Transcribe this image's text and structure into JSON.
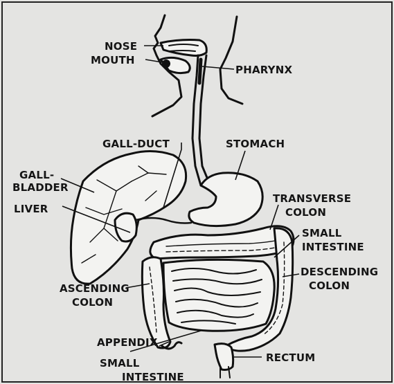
{
  "labels": {
    "nose": "NOSE",
    "mouth": "MOUTH",
    "pharynx": "PHARYNX",
    "gall_duct": "GALL-DUCT",
    "stomach": "STOMACH",
    "gall_bladder_1": "GALL-",
    "gall_bladder_2": "BLADDER",
    "liver": "LIVER",
    "transverse_colon_1": "TRANSVERSE",
    "transverse_colon_2": "COLON",
    "small_intestine_right_1": "SMALL",
    "small_intestine_right_2": "INTESTINE",
    "descending_colon_1": "DESCENDING",
    "descending_colon_2": "COLON",
    "ascending_colon_1": "ASCENDING",
    "ascending_colon_2": "COLON",
    "appendix": "APPENDIX",
    "small_intestine_bottom_1": "SMALL",
    "small_intestine_bottom_2": "INTESTINE",
    "rectum": "RECTUM"
  },
  "colors": {
    "paper": "#e4e4e2",
    "ink": "#111111"
  }
}
